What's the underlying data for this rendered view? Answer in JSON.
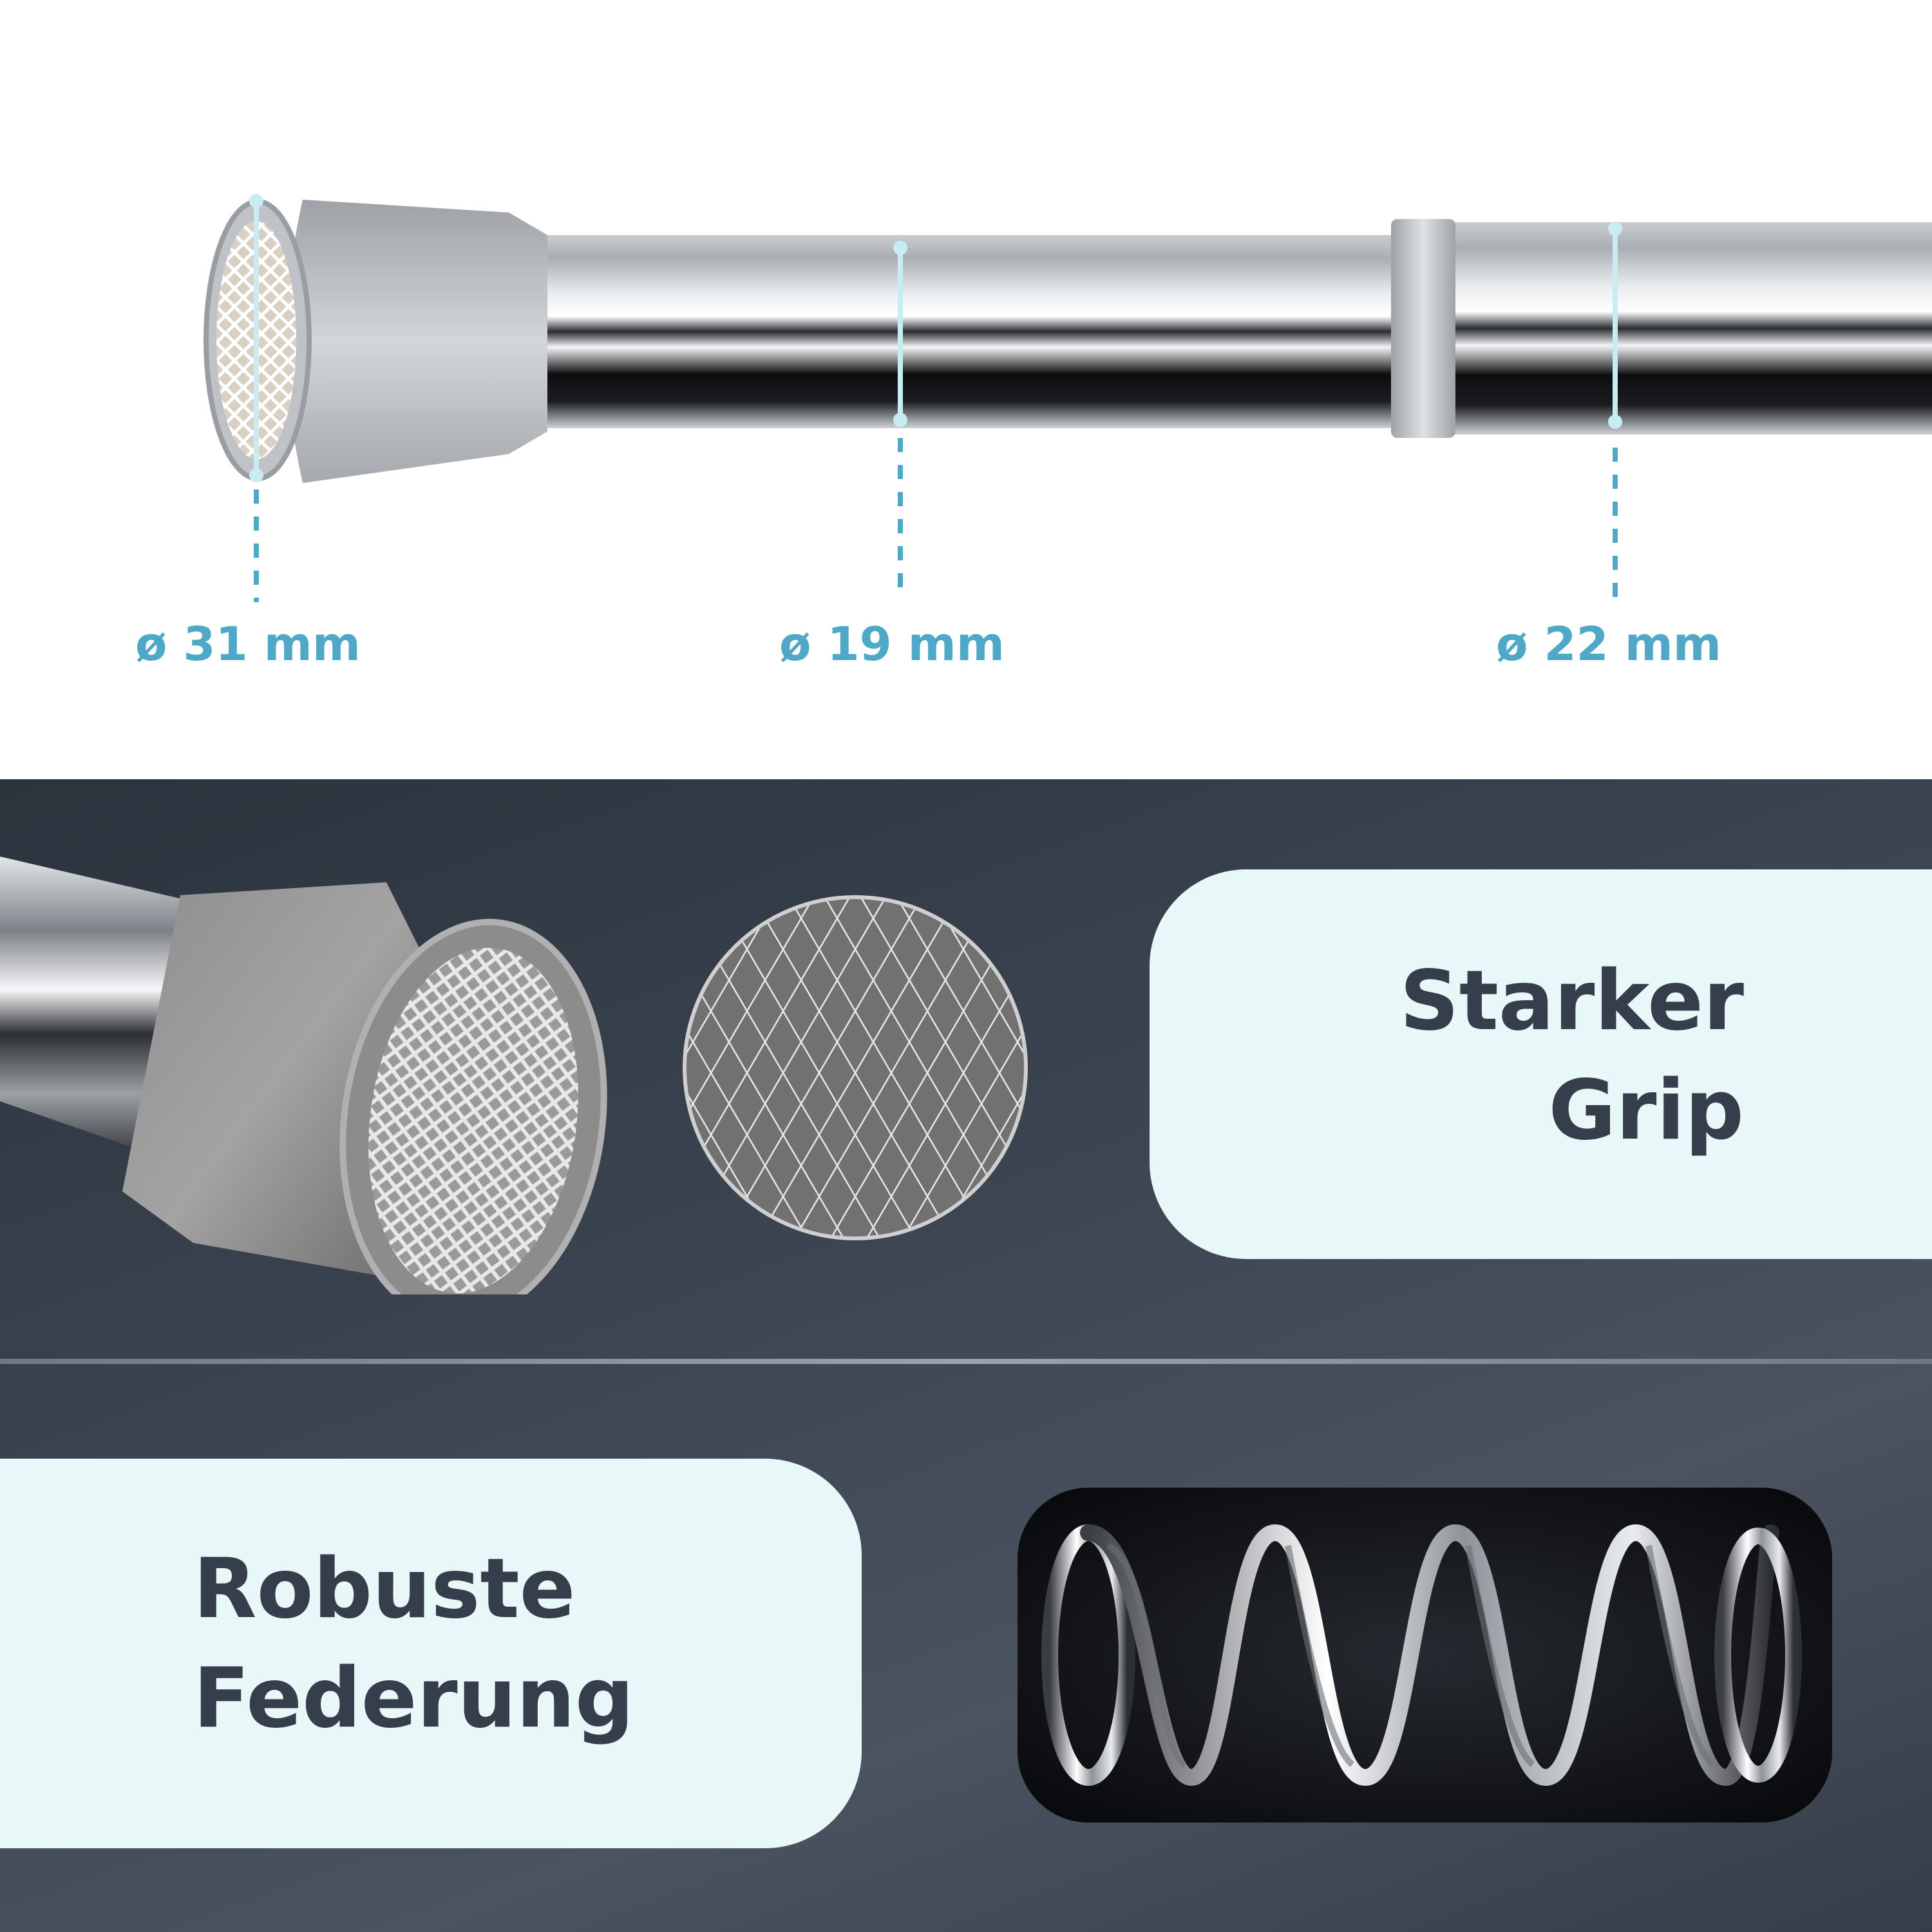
{
  "dimensions": {
    "end_cap_label": "ø 31 mm",
    "inner_tube_label": "ø 19 mm",
    "outer_tube_label": "ø 22 mm"
  },
  "features": {
    "grip_title_line1": "Starker",
    "grip_title_line2": "Grip",
    "spring_title_line1": "Robuste",
    "spring_title_line2": "Federung"
  },
  "colors": {
    "accent": "#4fa8c6",
    "card_background": "#e8f8f9",
    "card_text": "#353e4a",
    "dark_background": "#353d48"
  }
}
